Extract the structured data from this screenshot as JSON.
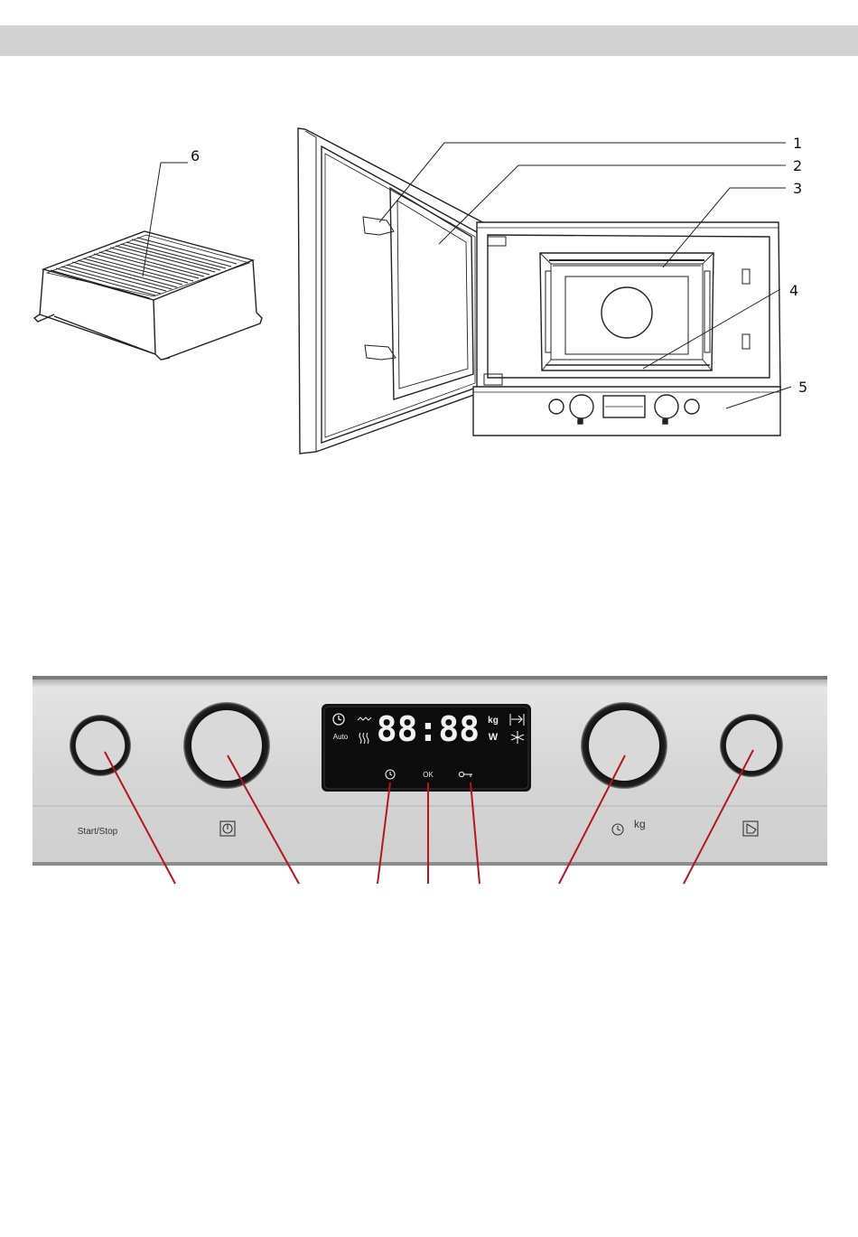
{
  "callouts": {
    "c1": "1",
    "c2": "2",
    "c3": "3",
    "c4": "4",
    "c5": "5",
    "c6": "6"
  },
  "panel": {
    "start_stop_label": "Start/Stop",
    "display_digits": "88:88",
    "auto_label": "Auto",
    "kg_label": "kg",
    "w_label": "W",
    "ok_label": "OK",
    "timer_weight_kg_label": "kg"
  },
  "colors": {
    "header_bar": "#d2d2d2",
    "panel_steel": "#d8d8d8",
    "display_bg": "#111111",
    "leader_lines": "#b3171d"
  }
}
